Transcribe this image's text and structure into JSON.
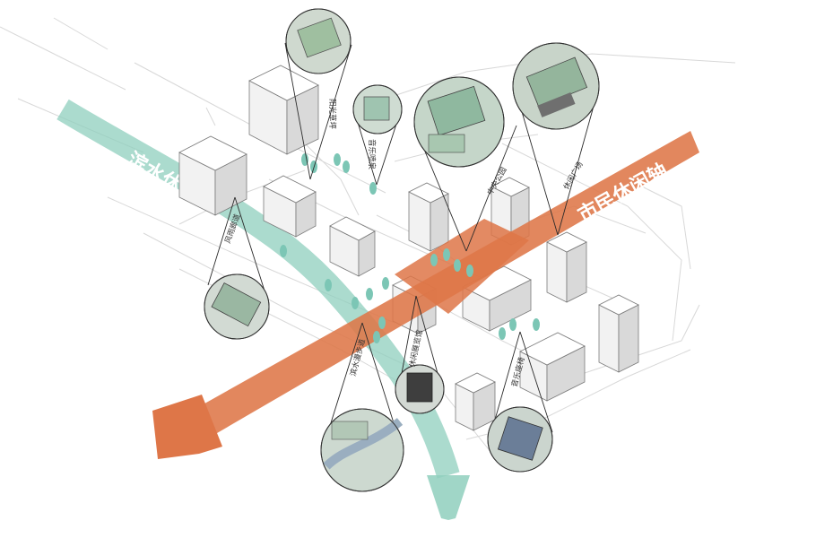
{
  "axes": {
    "waterfront": {
      "label": "滨水休闲带",
      "color": "#8fcfbd"
    },
    "civic": {
      "label": "市民休闲轴",
      "color": "#de7648"
    }
  },
  "callouts": [
    {
      "id": "sunny-lawn",
      "label": "阳光草坪"
    },
    {
      "id": "music-fountain",
      "label": "音乐喷泉"
    },
    {
      "id": "central-park",
      "label": "中央公园"
    },
    {
      "id": "leisure-plaza",
      "label": "休闲广场"
    },
    {
      "id": "wind-corridor",
      "label": "风雨廊道"
    },
    {
      "id": "waterfront-walk",
      "label": "滨水漫步道"
    },
    {
      "id": "leisure-stage",
      "label": "休闲展览馆"
    },
    {
      "id": "music-bench",
      "label": "音乐座椅"
    }
  ],
  "colors": {
    "ground_line": "#d8d8d8",
    "tree": "#7cc6b5",
    "building_shade": "#d9d9d9"
  }
}
